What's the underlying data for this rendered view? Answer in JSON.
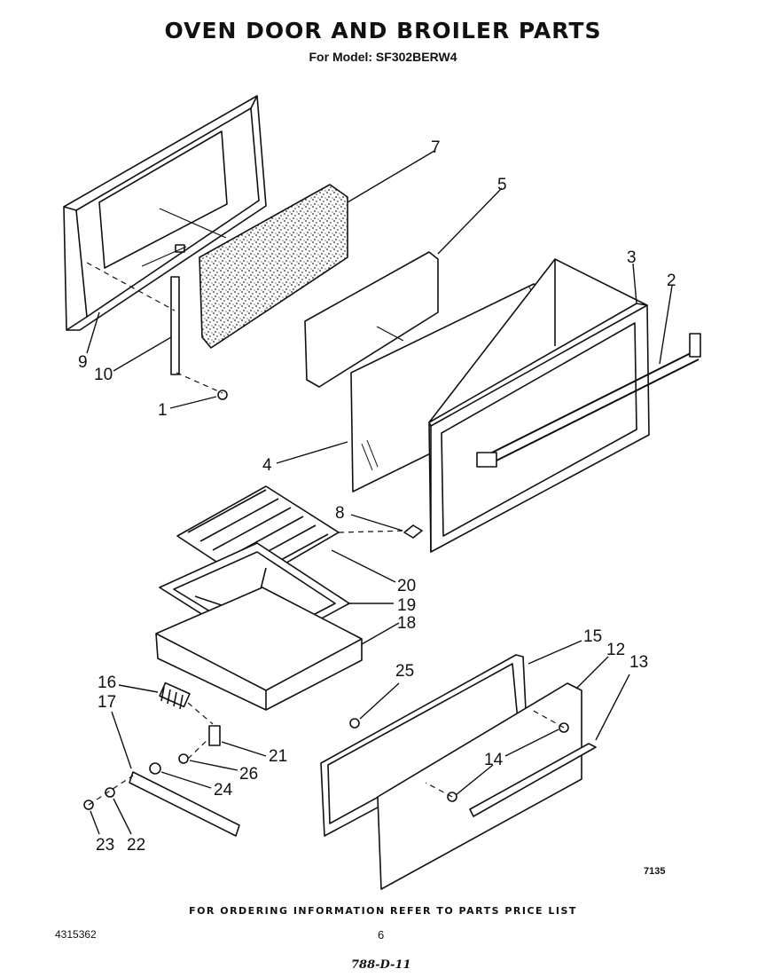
{
  "header": {
    "title": "OVEN DOOR AND BROILER PARTS",
    "model": "For Model: SF302BERW4"
  },
  "callouts": {
    "c1": "1",
    "c2": "2",
    "c3": "3",
    "c4": "4",
    "c5": "5",
    "c6": "",
    "c7": "7",
    "c8": "8",
    "c9": "9",
    "c10": "10",
    "c12": "12",
    "c13": "13",
    "c14": "14",
    "c15": "15",
    "c16": "16",
    "c17": "17",
    "c18": "18",
    "c19": "19",
    "c20": "20",
    "c21": "21",
    "c22": "22",
    "c23": "23",
    "c24": "24",
    "c25": "25",
    "c26": "26"
  },
  "footer": {
    "figure_code": "7135",
    "ordering_note": "FOR ORDERING INFORMATION REFER TO PARTS PRICE LIST",
    "doc_number": "4315362",
    "page_number": "6",
    "handwritten": "788-D-11"
  }
}
